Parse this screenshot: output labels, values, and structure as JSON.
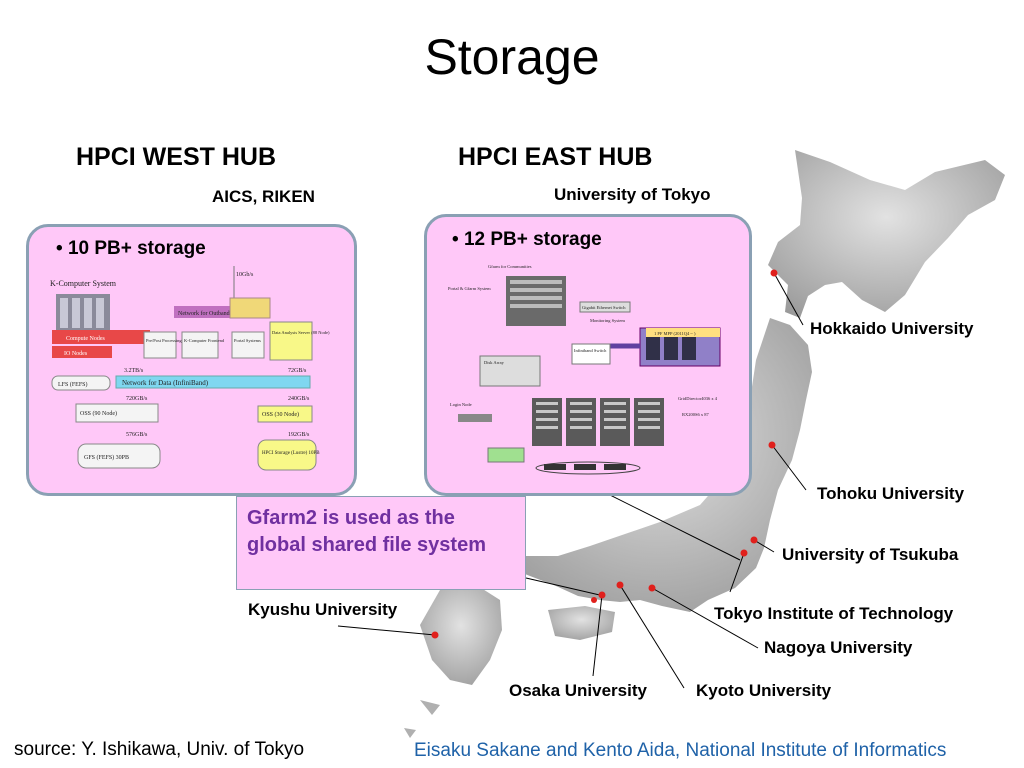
{
  "title": "Storage",
  "west_hub": {
    "heading": "HPCI WEST HUB",
    "site": "AICS, RIKEN",
    "bullet": "10 PB+  storage",
    "diagram": {
      "system_title": "K-Computer System",
      "compute_nodes": "Compute Nodes",
      "io_nodes": "IO Nodes",
      "lfs": "LFS (FEFS)",
      "network_outband": "Network for Outband",
      "network_data": "Network for Data (InfiniBand)",
      "server_prepost": "Pre/Post Processing Server",
      "server_kfrontend": "K-Computer Frontend",
      "server_portal": "Portal Systems",
      "server_analysis": "Data Analysis Server (88 Node)",
      "oss_left": "OSS (90 Node)",
      "oss_right": "OSS (30 Node)",
      "gfs": "GFS (FEFS) 30PB",
      "hpci_storage": "HPCI Storage (Lustre) 10PB",
      "bw_10": "10Gb/s",
      "bw_32": "3.2TB/s",
      "bw_72": "72GB/s",
      "bw_720": "720GB/s",
      "bw_240": "240GB/s",
      "bw_576": "576GB/s",
      "bw_192": "192GB/s"
    }
  },
  "east_hub": {
    "heading": "HPCI EAST HUB",
    "site": "University of Tokyo",
    "bullet": "12 PB+  storage",
    "diagram": {
      "label_gfarm": "Gfarm for Communities",
      "label_portal": "Portal & Gfarm System",
      "label_gateway": "Gigabit Ethernet Switch",
      "label_monitor": "Monitoring System",
      "label_mpp": "1 PF MPP (2011Q4 ~ )",
      "label_infiniband": "Infiniband Switch",
      "label_disk": "Disk Array",
      "label_login": "Login Node",
      "label_grid": "GridDirector4036 x 4",
      "label_storage": "RX200S6 x 87"
    }
  },
  "callout": "Gfarm2 is used as the global shared file system",
  "universities": {
    "hokkaido": "Hokkaido University",
    "tohoku": "Tohoku University",
    "tsukuba": "University of Tsukuba",
    "titech": "Tokyo Institute of Technology",
    "nagoya": "Nagoya University",
    "kyoto": "Kyoto University",
    "osaka": "Osaka University",
    "kyushu": "Kyushu University"
  },
  "source": "source: Y. Ishikawa, Univ. of Tokyo",
  "credit": "Eisaku Sakane and Kento Aida, National Institute of Informatics",
  "colors": {
    "panel": "#ffc8f8",
    "panel_border": "#8aa0b4",
    "callout_text": "#7030a0",
    "credit_text": "#1f62a8",
    "marker": "#e0201c",
    "map": "#c8c8c8"
  }
}
